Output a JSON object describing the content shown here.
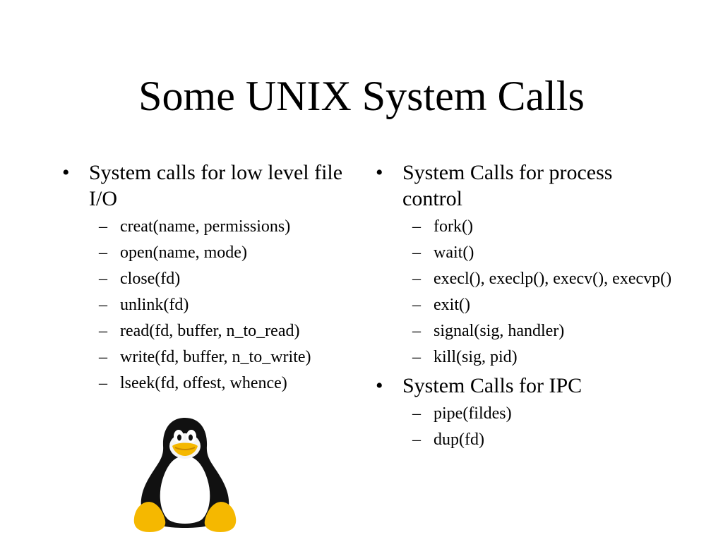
{
  "slide": {
    "title": "Some UNIX System Calls"
  },
  "left_column": {
    "heading": "System calls for low level file I/O",
    "items": [
      "creat(name, permissions)",
      "open(name, mode)",
      "close(fd)",
      "unlink(fd)",
      "read(fd, buffer, n_to_read)",
      "write(fd, buffer, n_to_write)",
      "lseek(fd, offest, whence)"
    ]
  },
  "right_column": {
    "sections": [
      {
        "heading": "System Calls for process control",
        "items": [
          "fork()",
          "wait()",
          "execl(), execlp(), execv(), execvp()",
          "exit()",
          "signal(sig, handler)",
          "kill(sig, pid)"
        ]
      },
      {
        "heading": "System Calls for IPC",
        "items": [
          "pipe(fildes)",
          "dup(fd)"
        ]
      }
    ]
  },
  "image": {
    "icon": "tux-penguin-icon"
  },
  "colors": {
    "text": "#000000",
    "background": "#ffffff",
    "penguin_beak_feet": "#f5b800"
  }
}
